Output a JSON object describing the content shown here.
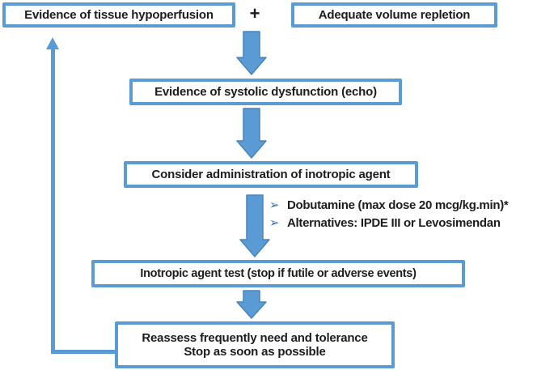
{
  "colors": {
    "accent_blue": "#5b9bd5",
    "arrow_edge_blue": "#4a84b8",
    "bullet_blue": "#2e75b6",
    "text": "#1d1d1d",
    "background": "#ffffff"
  },
  "flow": {
    "boxes": {
      "tissue_hypoperfusion": {
        "label": "Evidence of tissue hypoperfusion"
      },
      "volume_repletion": {
        "label": "Adequate volume repletion"
      },
      "systolic_dysfunction": {
        "label": "Evidence of systolic dysfunction (echo)"
      },
      "consider_inotropic": {
        "label": "Consider administration of inotropic agent"
      },
      "inotropic_test": {
        "label": "Inotropic agent test (stop if futile or adverse events)"
      },
      "reassess": {
        "line1": "Reassess frequently need and tolerance",
        "line2": "Stop as soon as possible"
      }
    },
    "plus_sign": "+",
    "notes": {
      "items": [
        {
          "bullet": "➢",
          "text": "Dobutamine (max dose 20 mcg/kg.min)*"
        },
        {
          "bullet": "➢",
          "text": "Alternatives: IPDE III or Levosimendan"
        }
      ]
    }
  }
}
